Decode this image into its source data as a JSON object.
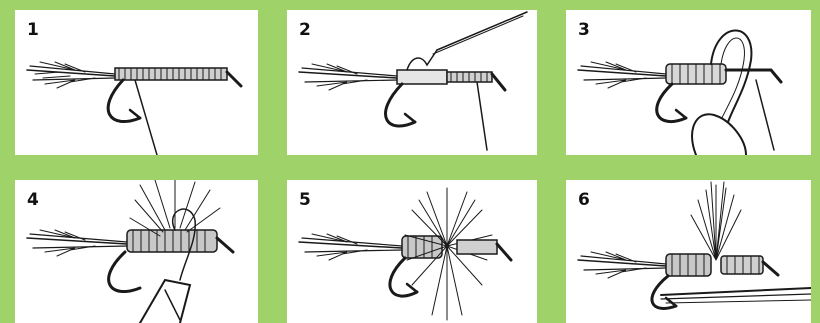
{
  "steps": [
    {
      "number": "1"
    },
    {
      "number": "2"
    },
    {
      "number": "3"
    },
    {
      "number": "4"
    },
    {
      "number": "5"
    },
    {
      "number": "6"
    }
  ],
  "colors": {
    "background": "#9fd36a",
    "panel": "#ffffff",
    "ink": "#1a1a1a"
  }
}
